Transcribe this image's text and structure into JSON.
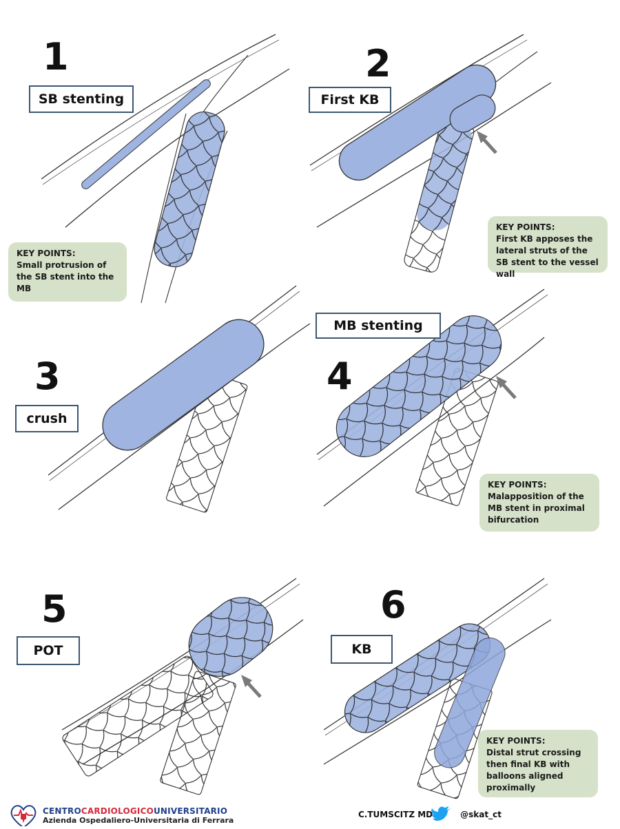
{
  "panels": [
    {
      "number": "1",
      "label": "SB stenting",
      "note": {
        "heading": "KEY POINTS:",
        "body": "Small protrusion of the SB stent into the MB"
      }
    },
    {
      "number": "2",
      "label": "First KB",
      "note": {
        "heading": "KEY POINTS:",
        "body": "First KB apposes the lateral struts of the SB stent to the vessel wall"
      }
    },
    {
      "number": "3",
      "label": "crush"
    },
    {
      "number": "4",
      "label": "MB stenting",
      "note": {
        "heading": "KEY POINTS:",
        "body": "Malapposition of the MB stent in proximal bifurcation"
      }
    },
    {
      "number": "5",
      "label": "POT"
    },
    {
      "number": "6",
      "label": "KB",
      "note": {
        "heading": "KEY POINTS:",
        "body": "Distal strut crossing then final KB with balloons aligned proximally"
      }
    }
  ],
  "footer": {
    "logo_part1": "CENTRO",
    "logo_part2": "CARDIOLOGICO",
    "logo_part3": "UNIVERSITARIO",
    "logo_sub": "Azienda Ospedaliero-Universitaria di Ferrara",
    "author": "C.TUMSCITZ MD",
    "handle": "@skat_ct"
  },
  "colors": {
    "balloon": "#9fb4e0",
    "note_bg": "#d5e1c8",
    "label_border": "#3b5670",
    "arrow": "#7a7a7a",
    "logo_blue": "#1f3f8a",
    "logo_red": "#d42a3a",
    "twitter": "#1da1f2"
  },
  "icons": [
    "arrow-icon",
    "heart-logo-icon",
    "twitter-bird-icon"
  ]
}
